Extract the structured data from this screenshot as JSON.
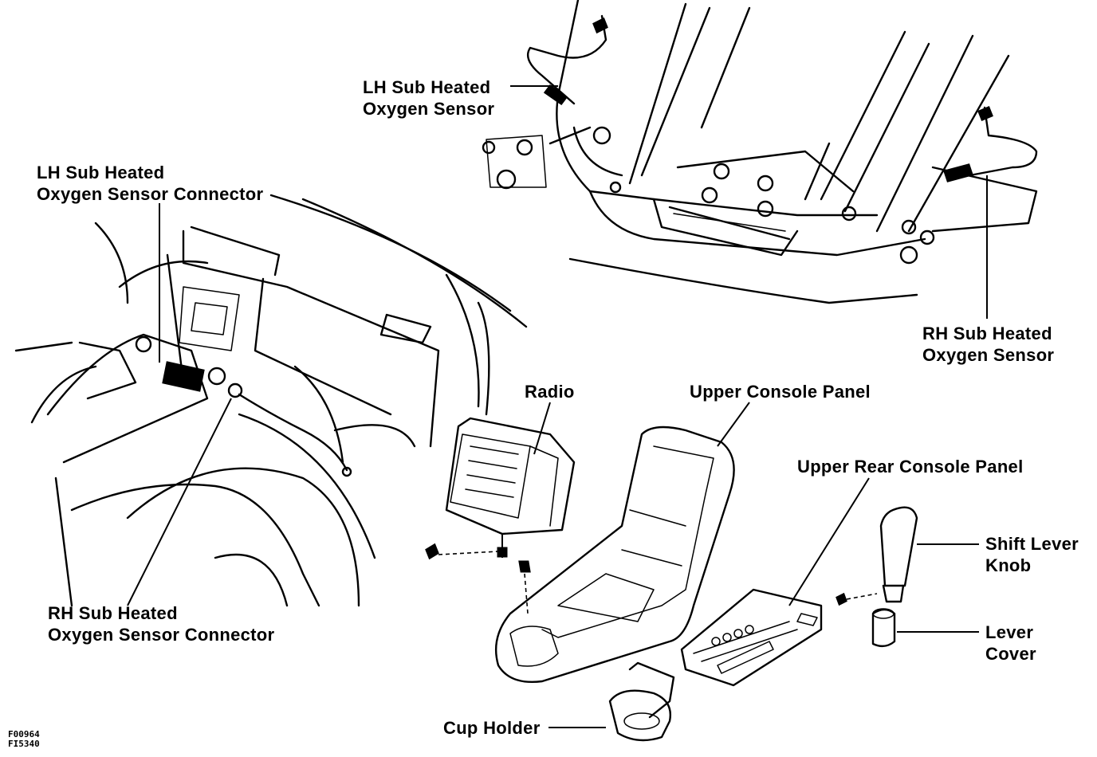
{
  "labels": {
    "lh_sensor": [
      "LH Sub Heated",
      "Oxygen Sensor"
    ],
    "lh_connector": [
      "LH Sub Heated",
      "Oxygen Sensor Connector"
    ],
    "rh_sensor": [
      "RH Sub Heated",
      "Oxygen Sensor"
    ],
    "rh_connector": [
      "RH Sub Heated",
      "Oxygen Sensor Connector"
    ],
    "radio": "Radio",
    "upper_console_panel": "Upper Console Panel",
    "upper_rear_console_panel": "Upper Rear Console Panel",
    "shift_lever_knob": [
      "Shift Lever",
      "Knob"
    ],
    "lever_cover": [
      "Lever",
      "Cover"
    ],
    "cup_holder": "Cup Holder"
  },
  "figure_codes": [
    "F00964",
    "FI5340"
  ]
}
